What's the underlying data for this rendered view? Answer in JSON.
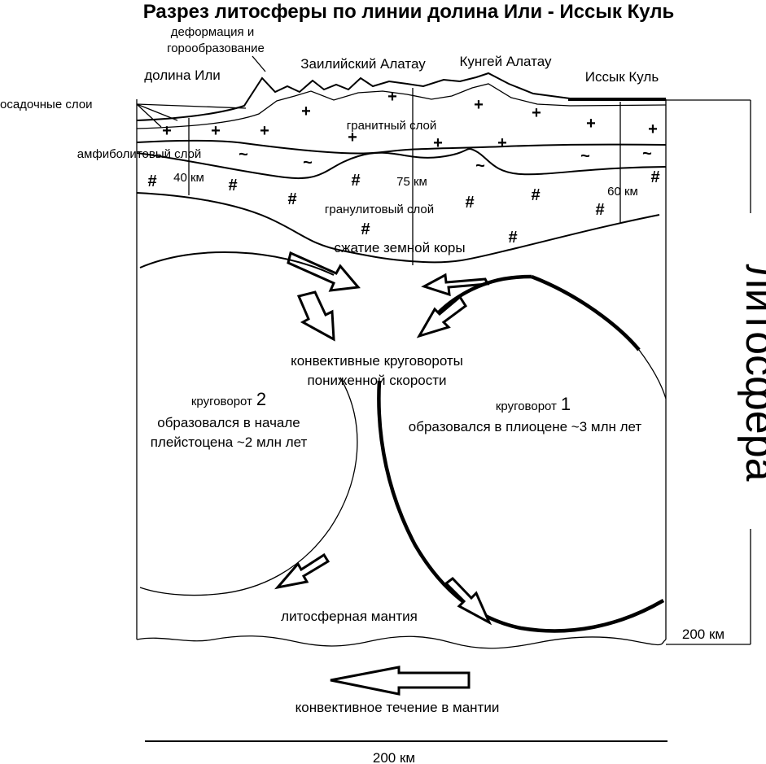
{
  "title": "Разрез литосферы по линии долина Или - Иссык Куль",
  "labels": {
    "deformation_line1": "деформация и",
    "deformation_line2": "горообразование",
    "zailiysky": "Заилийский Алатау",
    "kungey": "Кунгей Алатау",
    "ili_valley": "долина Или",
    "issyk_kul": "Иссык Куль",
    "sedimentary": "осадочные слои",
    "granite": "гранитный слой",
    "amphibolite": "амфиболитовый слой",
    "granulite": "гранулитовый слой",
    "depth_40": "40 км",
    "depth_75": "75 км",
    "depth_60": "60 км",
    "compression": "сжатие земной коры",
    "convective_line1": "конвективные круговороты",
    "convective_line2": "пониженной скорости",
    "cycle2_word": "круговорот",
    "cycle2_num": "2",
    "cycle2_line2": "образовался в начале",
    "cycle2_line3": "плейстоцена ~2 млн лет",
    "cycle1_word": "круговорот",
    "cycle1_num": "1",
    "cycle1_line2": "образовался в плиоцене ~3 млн лет",
    "lith_mantle": "литосферная мантия",
    "lithosphere": "литосфера",
    "depth_200": "200 км",
    "mantle_flow": "конвективное течение в мантии",
    "width_200": "200 км"
  },
  "symbols": {
    "granite": "+",
    "amphibolite": "~",
    "granulite": "#"
  }
}
